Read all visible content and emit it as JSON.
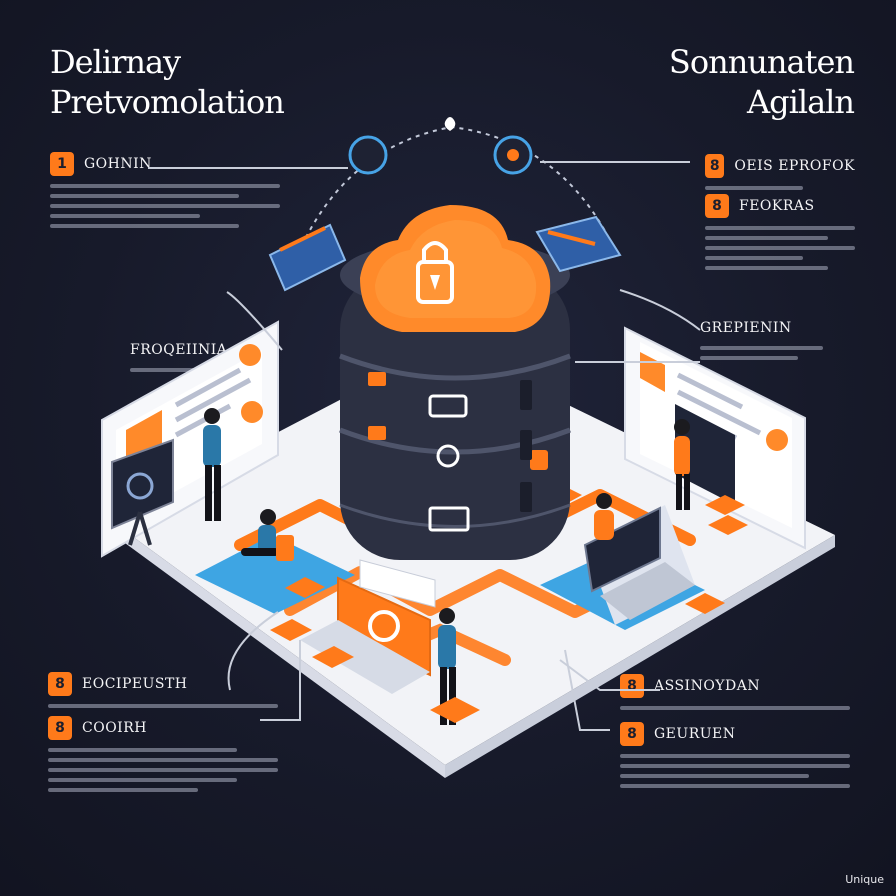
{
  "title_left": {
    "line1": "Delirnay",
    "line2": "Pretvomolation"
  },
  "title_right": {
    "line1": "Sonnunaten",
    "line2": "Agilaln"
  },
  "callouts": {
    "top_left": {
      "num": "1",
      "title": "GOHNIN"
    },
    "right_1": {
      "num": "8",
      "title": "OEIS EPROFOK"
    },
    "right_2": {
      "num": "8",
      "title": "FEOKRAS"
    },
    "left_mid": {
      "title": "FROQEIINIA"
    },
    "right_mid": {
      "title": "GREPIENIN"
    },
    "bottom_left_1": {
      "num": "8",
      "title": "EOCIPEUSTH"
    },
    "bottom_left_2": {
      "num": "8",
      "title": "COOIRH"
    },
    "bottom_right_1": {
      "num": "8",
      "title": "ASSINOYDAN"
    },
    "bottom_right_2": {
      "num": "8",
      "title": "GEURUEN"
    }
  },
  "watermark": "Unique",
  "colors": {
    "background": "#151726",
    "accent": "#ff7a1a",
    "server": "#2e3142",
    "platform": "#f3f4f7"
  }
}
